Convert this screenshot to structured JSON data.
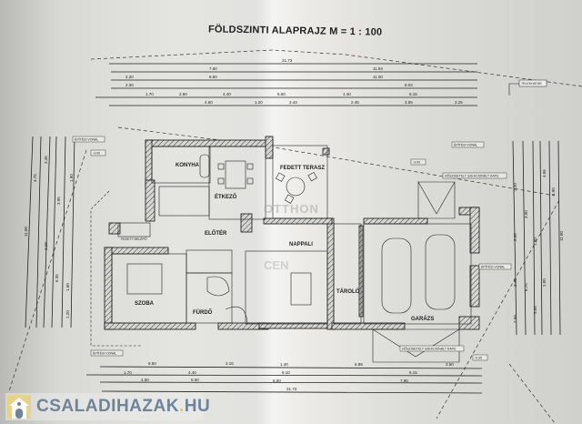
{
  "title": "FÖLDSZINTI ALAPRAJZ M = 1 : 100",
  "watermark": {
    "line1": "OTTHON",
    "line2": "CEN"
  },
  "site_logo": {
    "name": "CSALADIHAZAK",
    "dot": ".",
    "tld": "HU"
  },
  "rooms": {
    "konyha": "KONYHA",
    "etkezo": "ÉTKEZŐ",
    "fedett_terasz": "FEDETT TERASZ",
    "eloter": "ELŐTÉR",
    "nappali": "NAPPALI",
    "szoba": "SZOBA",
    "furdo": "FÜRDŐ",
    "tarolo": "TÁROLÓ",
    "garazs": "GARÁZS",
    "fedett_belepo": "FEDETT BELÉPŐ"
  },
  "tags": {
    "telekhatar": "TELEKHATÁR",
    "epitesi_vonal_1": "ÉPÍTÉSI VONAL",
    "epitesi_vonal_2": "ÉPÍTÉSI VONAL",
    "epitesi_vonal_3": "ÉPÍTÉSI VONAL",
    "epitesi_vonal_4": "ÉPÍTÉSI VONAL",
    "szekcionalt_kapu_1": "HŐSZIGETELT SZEKCIONÁLT KAPU",
    "szekcionalt_kapu_2": "HŐSZIGETELT SZEKCIONÁLT KAPU",
    "level_1": "-3.00",
    "level_2": "-3.00",
    "level_3": "-0.05"
  },
  "dimensions": {
    "top": [
      "21.73",
      "7.60",
      "11.93",
      "8.60",
      "11.00",
      "2.20",
      "2.30",
      "8.03",
      "4.40",
      "6.15",
      "5.00",
      "1.40",
      "1.20",
      "3.43",
      "2.45",
      "3.55",
      "2.25",
      "1.70",
      "4.60",
      "2.50"
    ],
    "bottom": [
      "8.50",
      "2.15",
      "1.40",
      "4.40",
      "1.70",
      "6.10",
      "4.50",
      "5.50",
      "6.00",
      "21.73",
      "6.88",
      "3.50",
      "6.15",
      "7.96"
    ],
    "left": [
      "11.00",
      "4.75",
      "3.45",
      "3.95",
      "1.90",
      "2.10",
      "6.35",
      "1.60",
      "1.20"
    ],
    "right": [
      "4.06",
      "4.90",
      "11.00",
      "2.20",
      "3.90",
      "2.58",
      "1.90",
      "2.40",
      "6.75",
      "3.05",
      "2.00",
      "2.50"
    ]
  }
}
